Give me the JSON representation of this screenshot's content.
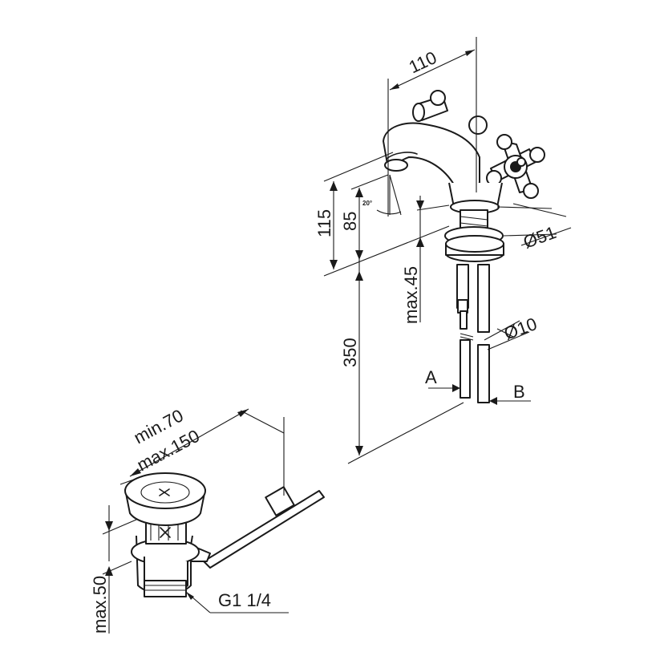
{
  "dimensions": {
    "spout_reach": "110",
    "height_total": "115",
    "height_spout": "85",
    "tilt_angle": "20°",
    "diameter_base": "Ø51",
    "max_thickness": "max.45",
    "supply_length": "350",
    "pipe_diameter": "Ø10",
    "waste_min": "min.70",
    "waste_max": "max.150",
    "waste_height": "max.50",
    "thread": "G1 1/4"
  },
  "connections": {
    "a": "A",
    "b": "B"
  }
}
